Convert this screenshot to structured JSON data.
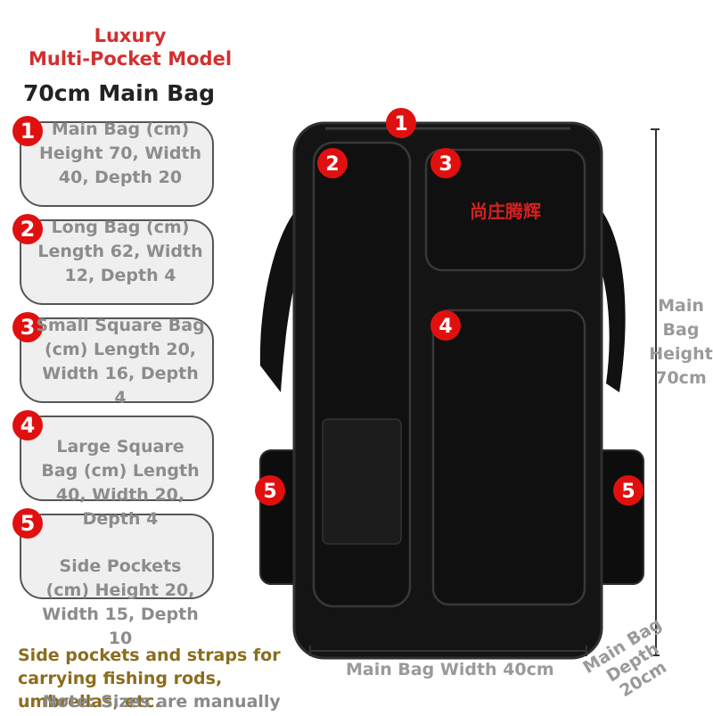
{
  "header": {
    "line1": "Luxury",
    "line2": "Multi-Pocket Model",
    "main_title": "70cm Main Bag"
  },
  "specs": [
    {
      "num": "1",
      "text": "Main Bag (cm) Height 70, Width 40, Depth 20"
    },
    {
      "num": "2",
      "text": "Long Bag (cm) Length 62, Width 12, Depth 4"
    },
    {
      "num": "3",
      "text": "Small Square Bag (cm) Length 20, Width 16, Depth 4"
    },
    {
      "num": "4",
      "text": "Large Square Bag (cm) Length 40, Width 20, Depth 4"
    },
    {
      "num": "5",
      "text": "Side Pockets (cm) Height 20, Width 15, Depth 10"
    }
  ],
  "footer": {
    "note": "Side pockets and straps for carrying fishing rods, umbrellas, etc.",
    "disclaimer": "Note: Sizes are manually"
  },
  "product": {
    "brand_text": "尚庄腾辉",
    "markers": [
      "1",
      "2",
      "3",
      "4",
      "5",
      "5"
    ]
  },
  "dimensions": {
    "height_label": "Main Bag Height 70cm",
    "width_label": "Main Bag Width 40cm",
    "depth_label": "Main Bag Depth 20cm"
  },
  "colors": {
    "accent_red": "#e01010",
    "title_red": "#d32f2f",
    "bag_black": "#141414",
    "footer_gold": "#8a6d1e"
  }
}
